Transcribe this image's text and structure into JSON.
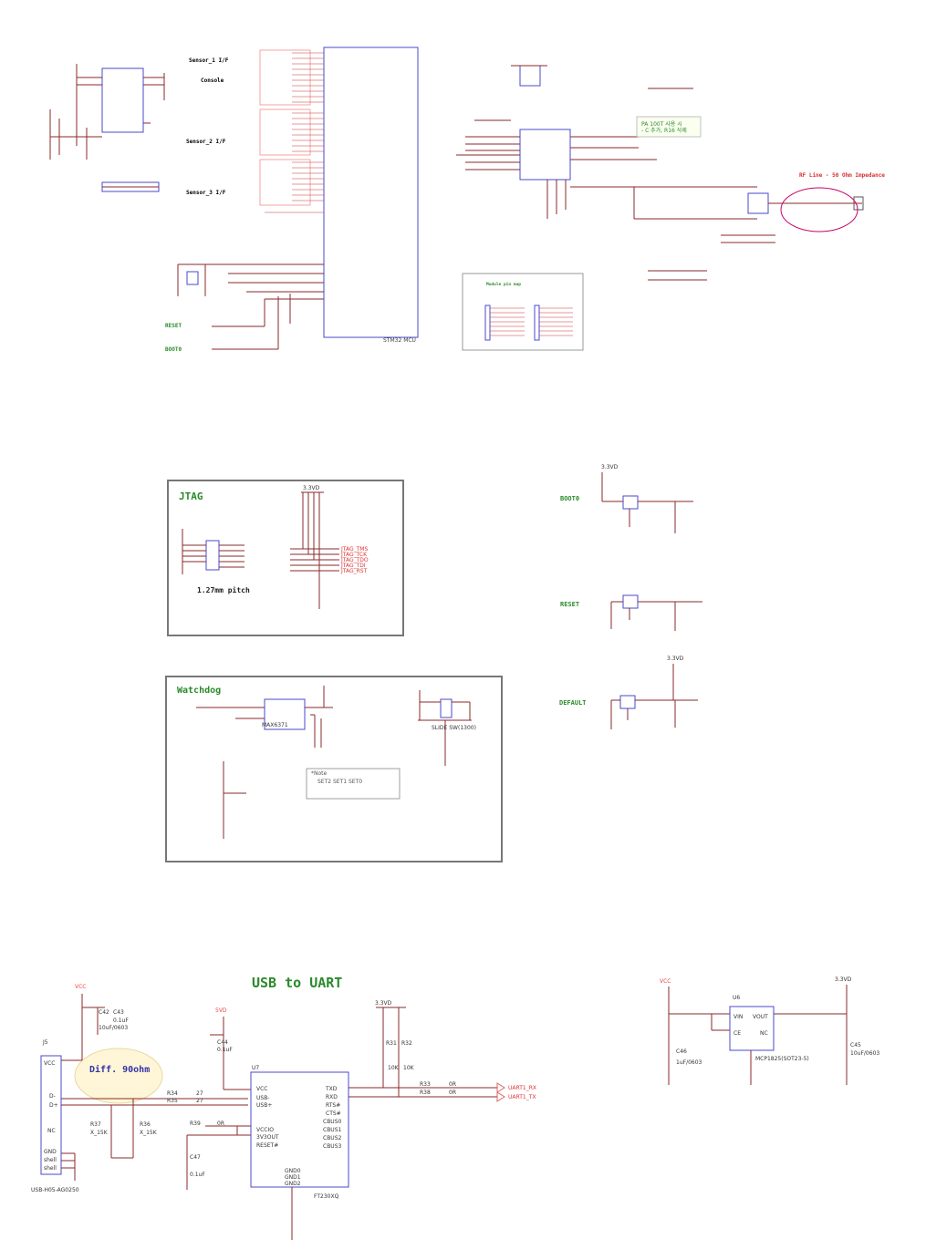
{
  "top_section": {
    "sensor1_label": "Sensor_1 I/F",
    "console_label": "Console",
    "sensor2_label": "Sensor_2 I/F",
    "sensor3_label": "Sensor_3 I/F",
    "reset_label": "RESET",
    "boot0_label": "BOOT0",
    "rf_line_label": "RF Line - 50 Ohm Impedance",
    "pa_note": "PA 100T 사용 시",
    "pa_note2": "- C 추가, R16 삭제",
    "module_pin_map": "Module pin map",
    "mcu_name": "STM32 MCU"
  },
  "jtag": {
    "title": "JTAG",
    "pitch": "1.27mm pitch",
    "vcc": "3.3VD",
    "signals": [
      "JTAG_TMS",
      "JTAG_TCK",
      "JTAG_TDO",
      "JTAG_TDI",
      "JTAG_RST"
    ]
  },
  "watchdog": {
    "title": "Watchdog",
    "note_title": "*Note",
    "note_line": "SET2 SET1 SET0",
    "chip": "MAX6371",
    "switch": "SLIDE SW(1300)"
  },
  "buttons": {
    "boot0": "BOOT0",
    "reset": "RESET",
    "default": "DEFAULT",
    "vcc": "3.3VD"
  },
  "usb_uart": {
    "title": "USB to UART",
    "diff": "Diff. 90ohm",
    "vcc": "VCC",
    "v5": "5VD",
    "v33": "3.3VD",
    "connector": "J5",
    "connector_part": "USB-H05-AG0250",
    "chip": "U7",
    "chip_part": "FT230XQ",
    "conn_pins": [
      "VCC",
      "D-",
      "D+",
      "NC",
      "GND",
      "shell",
      "shell"
    ],
    "left_pins": [
      "VCC",
      "USB-",
      "USB+",
      "VCCIO",
      "3V3OUT",
      "RESET#"
    ],
    "right_pins": [
      "TXD",
      "RXD",
      "RTS#",
      "CTS#",
      "CBUS0",
      "CBUS1",
      "CBUS2",
      "CBUS3"
    ],
    "gnd_pins": [
      "GND0",
      "GND1",
      "GND2"
    ],
    "uart_rx": "UART1_RX",
    "uart_tx": "UART1_TX",
    "caps": [
      "C42",
      "C43",
      "C44",
      "C47"
    ],
    "cap_vals": [
      "0.1uF",
      "10uF/0603",
      "0.1uF",
      "0.1uF"
    ],
    "resistors": [
      "R34",
      "R35",
      "R37",
      "R36",
      "R31",
      "R32",
      "R33",
      "R38",
      "R39"
    ],
    "res_vals": [
      "27",
      "27",
      "X_15K",
      "X_15K",
      "10K",
      "10K",
      "0R",
      "0R",
      "0R"
    ]
  },
  "ldo": {
    "vin": "VCC",
    "vout_rail": "3.3VD",
    "chip": "U6",
    "pins": [
      "VIN",
      "VOUT",
      "CE",
      "NC"
    ],
    "part": "MCP1825(SOT23-5)",
    "c_in": "C46",
    "c_in_val": "1uF/0603",
    "c_out": "C45",
    "c_out_val": "10uF/0603"
  }
}
